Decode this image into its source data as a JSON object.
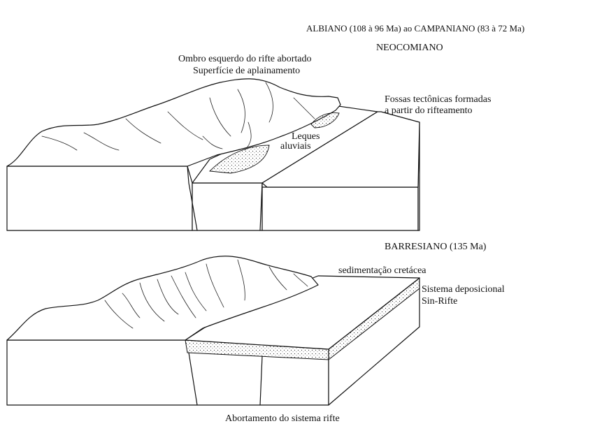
{
  "header": {
    "top_caption": "ALBIANO (108 à 96 Ma) ao CAMPANIANO (83 à 72 Ma)"
  },
  "upper_block": {
    "stage_label": "NEOCOMIANO",
    "shoulder_label_line1": "Ombro esquerdo do rifte abortado",
    "shoulder_label_line2": "Superfície de aplainamento",
    "grabens_label_line1": "Fossas tectônicas formadas",
    "grabens_label_line2": "a partir do rifteamento",
    "fans_label_line1": "Leques",
    "fans_label_line2": "aluviais"
  },
  "lower_block": {
    "stage_label": "BARRESIANO (135 Ma)",
    "sedimentation_label": "sedimentação cretácea",
    "system_label_line1": "Sistema deposicional",
    "system_label_line2": "Sin-Rifte",
    "bottom_caption": "Abortamento do sistema rifte"
  },
  "colors": {
    "line": "#111111",
    "background": "#ffffff"
  }
}
